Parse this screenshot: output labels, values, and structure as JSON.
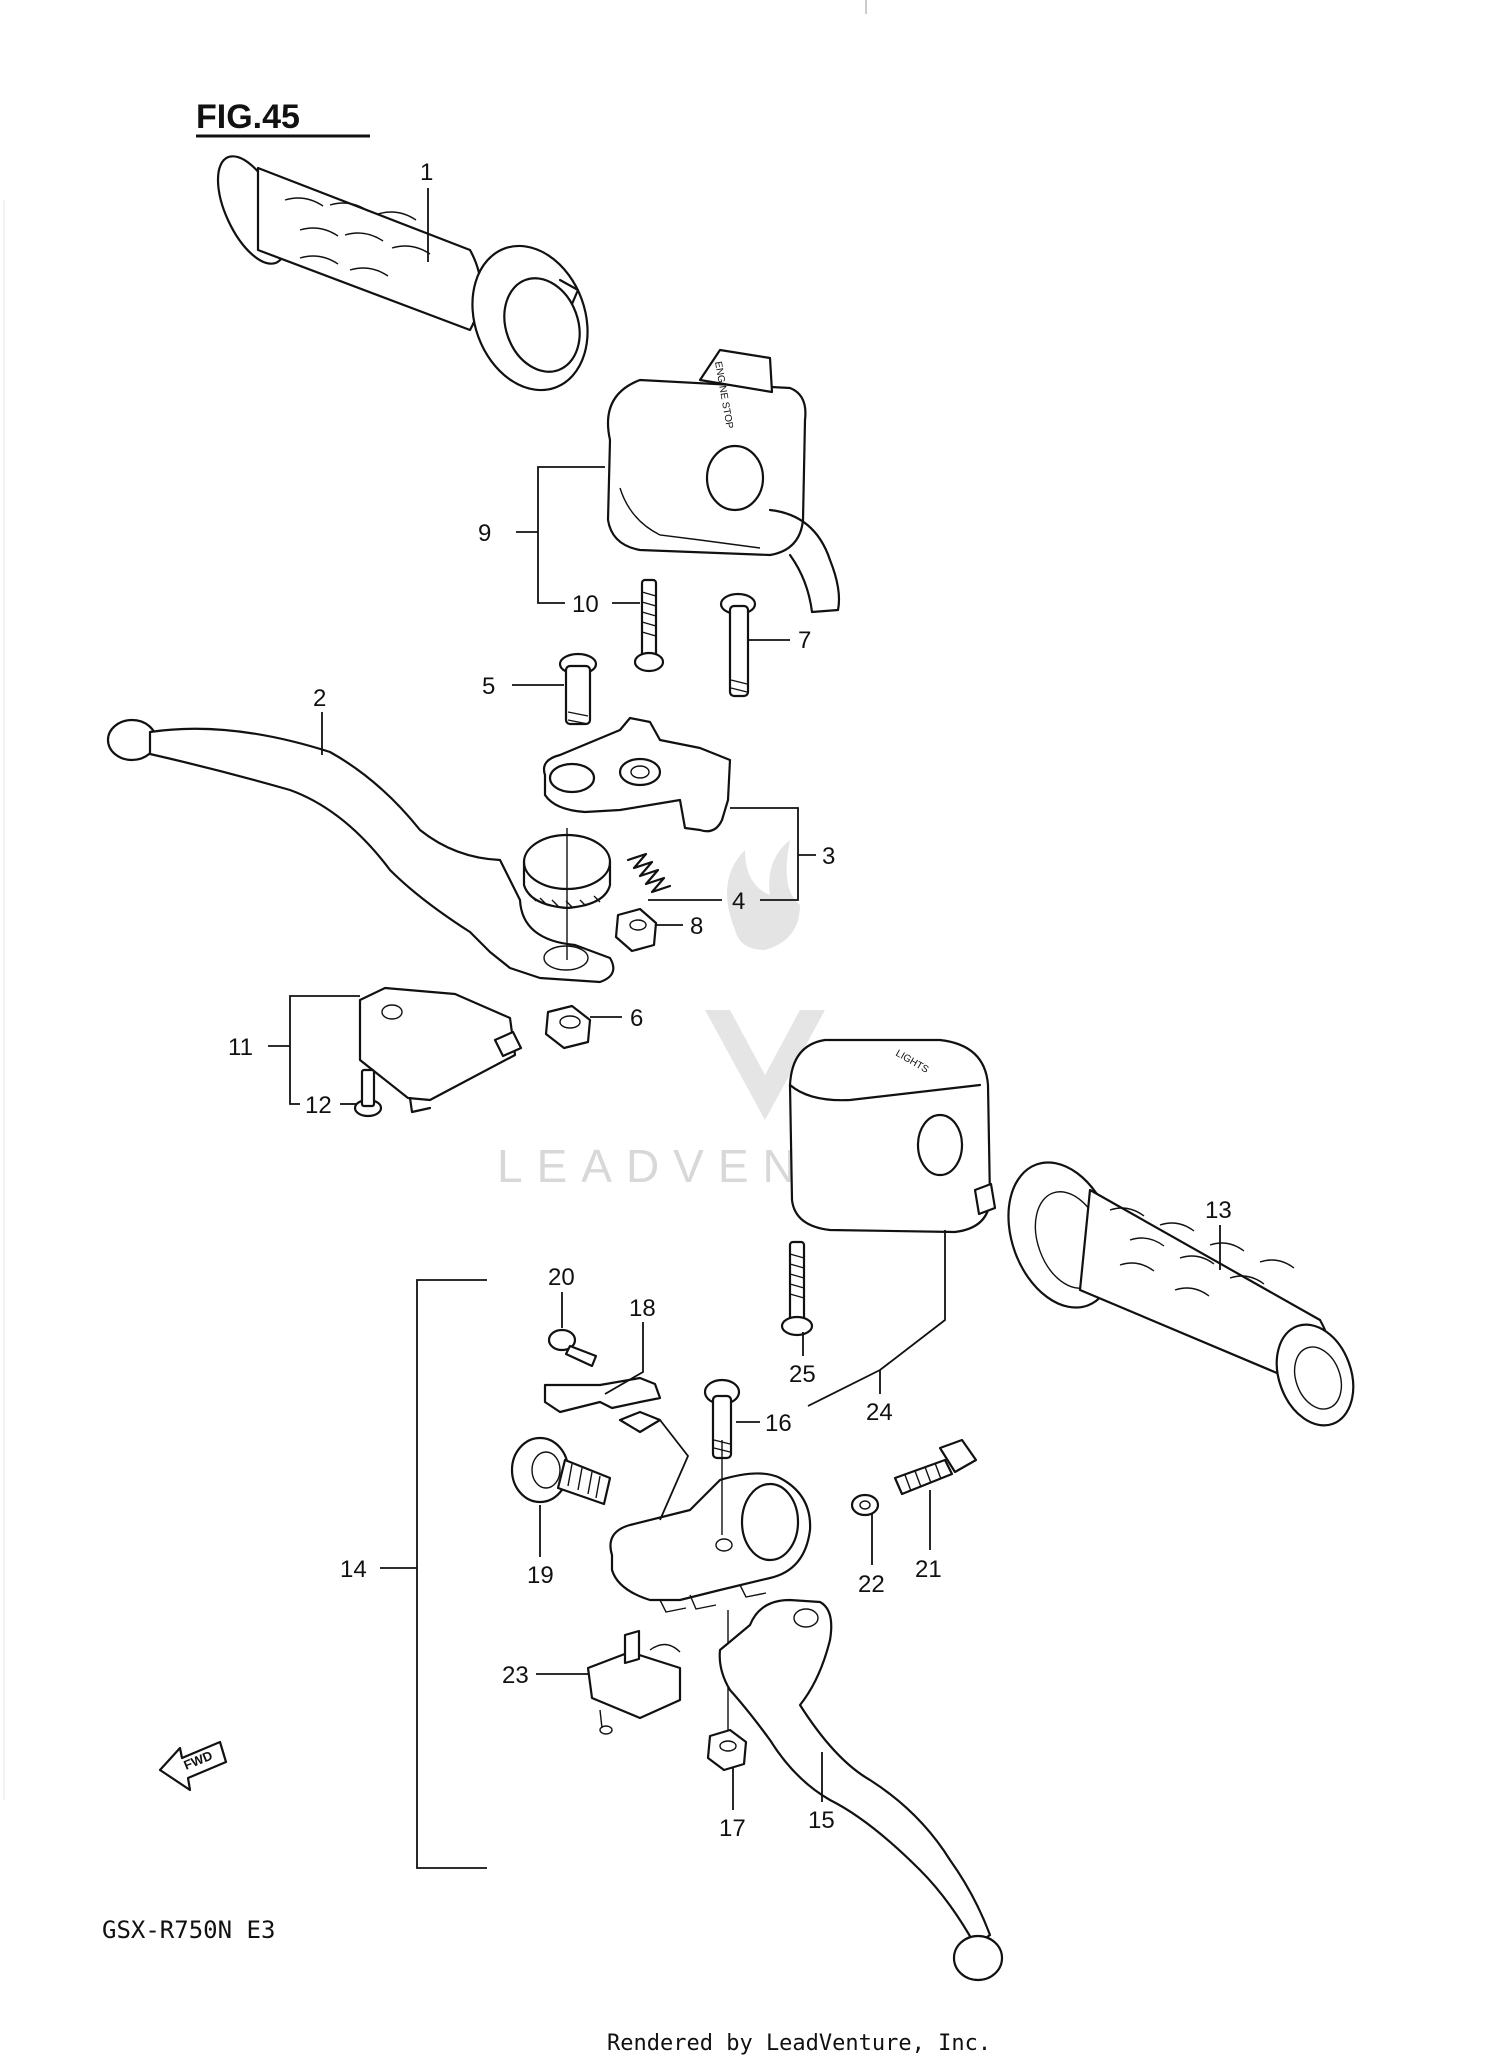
{
  "figure": {
    "title": "FIG.45",
    "model": "GSX-R750N  E3",
    "footer": "Rendered by LeadVenture, Inc.",
    "watermark": "LEADVENTURE",
    "fwd_label": "FWD"
  },
  "callouts": {
    "c1": "1",
    "c2": "2",
    "c3": "3",
    "c4": "4",
    "c5": "5",
    "c6": "6",
    "c7": "7",
    "c8": "8",
    "c9": "9",
    "c10": "10",
    "c11": "11",
    "c12": "12",
    "c13": "13",
    "c14": "14",
    "c15": "15",
    "c16": "16",
    "c17": "17",
    "c18": "18",
    "c19": "19",
    "c20": "20",
    "c21": "21",
    "c22": "22",
    "c23": "23",
    "c24": "24",
    "c25": "25"
  },
  "switch_text": {
    "left_housing": "ENGINE STOP",
    "right_housing": "LIGHTS"
  },
  "colors": {
    "ink": "#111111",
    "paper": "#ffffff",
    "watermark": "#d8d8d8"
  }
}
